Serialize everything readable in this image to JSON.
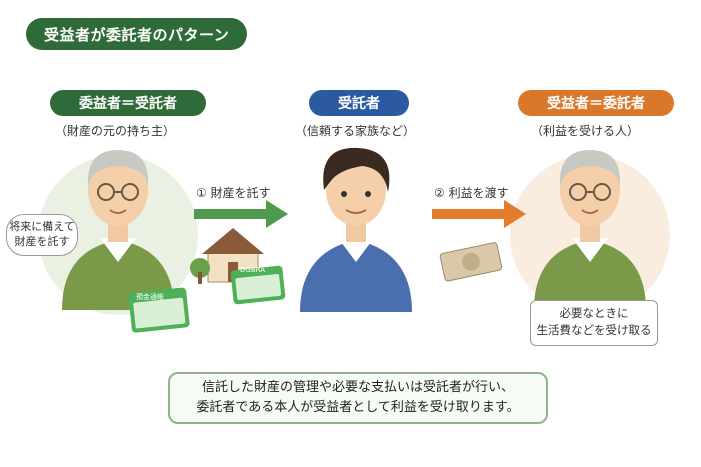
{
  "title": "受益者が委託者のパターン",
  "colors": {
    "title_bg": "#2f6b38",
    "left_role": "#2f6b38",
    "middle_role": "#2b5aa0",
    "right_role": "#d9772a",
    "left_arrow": "#4f9a4c",
    "right_arrow": "#e37d2b"
  },
  "left": {
    "role": "委益者＝受託者",
    "sub": "（財産の元の持ち主）",
    "bubble_line1": "将来に備えて",
    "bubble_line2": "財産を託す",
    "passbook_label": "預金通帳"
  },
  "middle": {
    "role": "受託者",
    "sub": "（信頼する家族など）",
    "passbook_label": "DGBRA"
  },
  "right": {
    "role": "受益者＝委託者",
    "sub": "（利益を受ける人）",
    "bubble_line1": "必要なときに",
    "bubble_line2": "生活費などを受け取る"
  },
  "arrows": {
    "first": "① 財産を託す",
    "second": "② 利益を渡す"
  },
  "note": {
    "line1": "信託した財産の管理や必要な支払いは受託者が行い、",
    "line2": "委託者である本人が受益者として利益を受け取ります。"
  },
  "icons": [
    "house-icon",
    "passbook-icon",
    "banknote-icon",
    "arrow-right-icon"
  ]
}
